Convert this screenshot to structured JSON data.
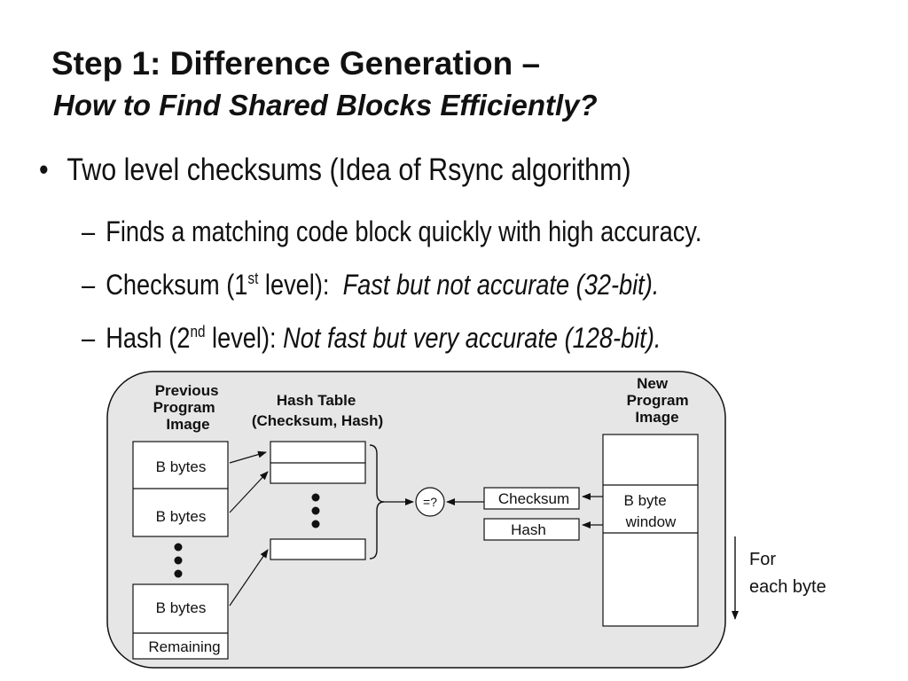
{
  "slide": {
    "title": "Step 1: Difference Generation –",
    "subtitle": "How to Find Shared Blocks Efficiently?",
    "bullet": {
      "marker": "•",
      "text": "Two level checksums (Idea of Rsync algorithm)"
    },
    "subbullets": [
      {
        "dash": "–",
        "text": "Finds a matching code block quickly with high accuracy."
      },
      {
        "dash": "–",
        "pre": "Checksum (1",
        "sup": "st",
        "post": " level):  ",
        "italic": "Fast but not accurate (32-bit)."
      },
      {
        "dash": "–",
        "pre": "Hash (2",
        "sup": "nd",
        "post": " level): ",
        "italic": "Not fast but very accurate (128-bit)."
      }
    ]
  },
  "diagram": {
    "previous_header": [
      "Previous",
      "Program",
      "Image"
    ],
    "hash_table_header": [
      "Hash Table",
      "(Checksum, Hash)"
    ],
    "new_header": [
      "New",
      "Program",
      "Image"
    ],
    "blocks": [
      "B bytes",
      "B bytes",
      "B bytes"
    ],
    "remaining": "Remaining",
    "compare": "=?",
    "checksum": "Checksum",
    "hash": "Hash",
    "window": [
      "B byte",
      "window"
    ],
    "for_each_byte": [
      "For",
      "each byte"
    ]
  }
}
